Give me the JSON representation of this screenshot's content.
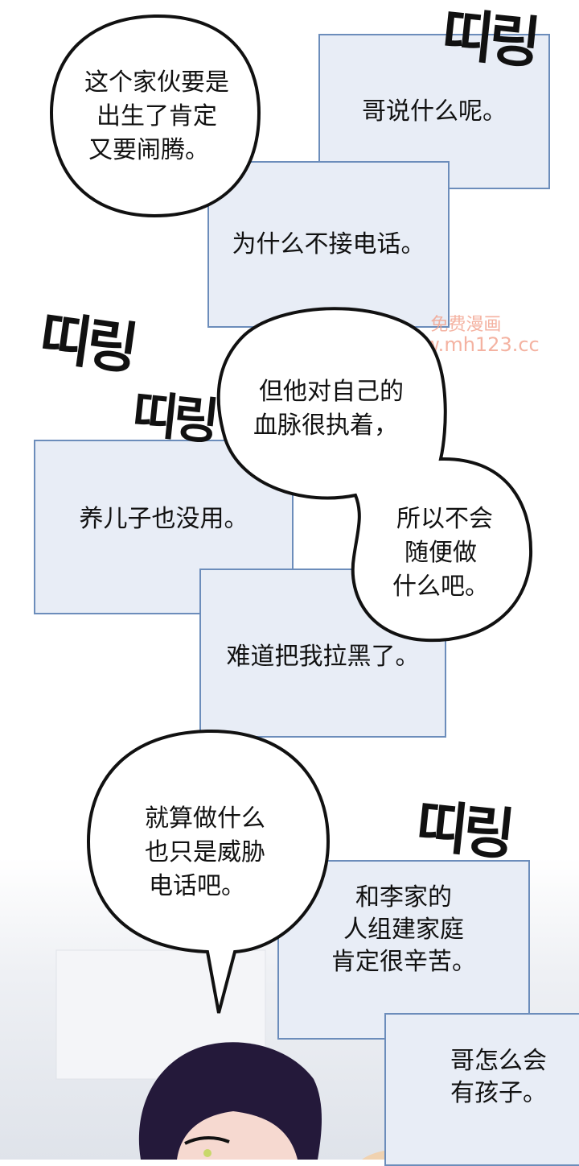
{
  "sfx": [
    "띠링",
    "띠링",
    "띠링",
    "띠링"
  ],
  "boxes": {
    "b1": [
      "哥说什么呢。"
    ],
    "b2": [
      "为什么不接电话。"
    ],
    "b3": [
      "养儿子也没用。"
    ],
    "b4": [
      "难道把我拉黑了。"
    ],
    "b5": [
      "和李家的",
      "人组建家庭",
      "肯定很辛苦。"
    ],
    "b6": [
      "哥怎么会",
      "有孩子。"
    ]
  },
  "bubbles": {
    "s1": [
      "这个家伙要是",
      "出生了肯定",
      "又要闹腾。"
    ],
    "s2": [
      "但他对自己的",
      "血脉很执着，",
      "所以不会",
      "随便做",
      "什么吧。"
    ],
    "s3": [
      "就算做什么",
      "也只是威胁",
      "电话吧。"
    ]
  },
  "watermark": {
    "line1": "免费漫画",
    "line2": "www.mh123.cc"
  },
  "colors": {
    "box_fill": "#e8edf6",
    "box_border": "#6c8dbb",
    "hair": "#24193a"
  }
}
